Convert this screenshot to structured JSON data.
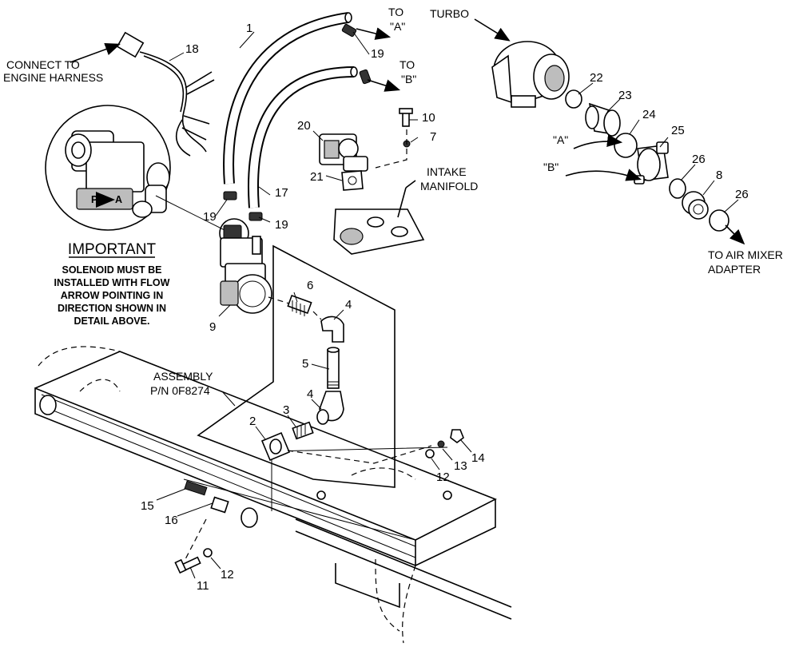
{
  "callouts": [
    "1",
    "2",
    "3",
    "4",
    "4",
    "5",
    "6",
    "7",
    "8",
    "9",
    "10",
    "11",
    "12",
    "12",
    "13",
    "14",
    "15",
    "16",
    "17",
    "18",
    "19",
    "19",
    "19",
    "19",
    "20",
    "21",
    "22",
    "23",
    "24",
    "25",
    "26",
    "26"
  ],
  "labels": {
    "to_a_1": "TO",
    "to_a_2": "\"A\"",
    "to_b_1": "TO",
    "to_b_2": "\"B\"",
    "turbo": "TURBO",
    "connect_1": "CONNECT TO",
    "connect_2": "ENGINE HARNESS",
    "intake_1": "INTAKE",
    "intake_2": "MANIFOLD",
    "port_a": "\"A\"",
    "port_b": "\"B\"",
    "air_mixer_1": "TO AIR MIXER",
    "air_mixer_2": "ADAPTER",
    "assembly_1": "ASSEMBLY",
    "assembly_2": "P/N 0F8274",
    "solenoid_mark": "P",
    "solenoid_mark_2": "A"
  },
  "important": {
    "title": "IMPORTANT",
    "lines": [
      "SOLENOID MUST BE",
      "INSTALLED WITH FLOW",
      "ARROW POINTING IN",
      "DIRECTION SHOWN IN",
      "DETAIL ABOVE."
    ]
  }
}
